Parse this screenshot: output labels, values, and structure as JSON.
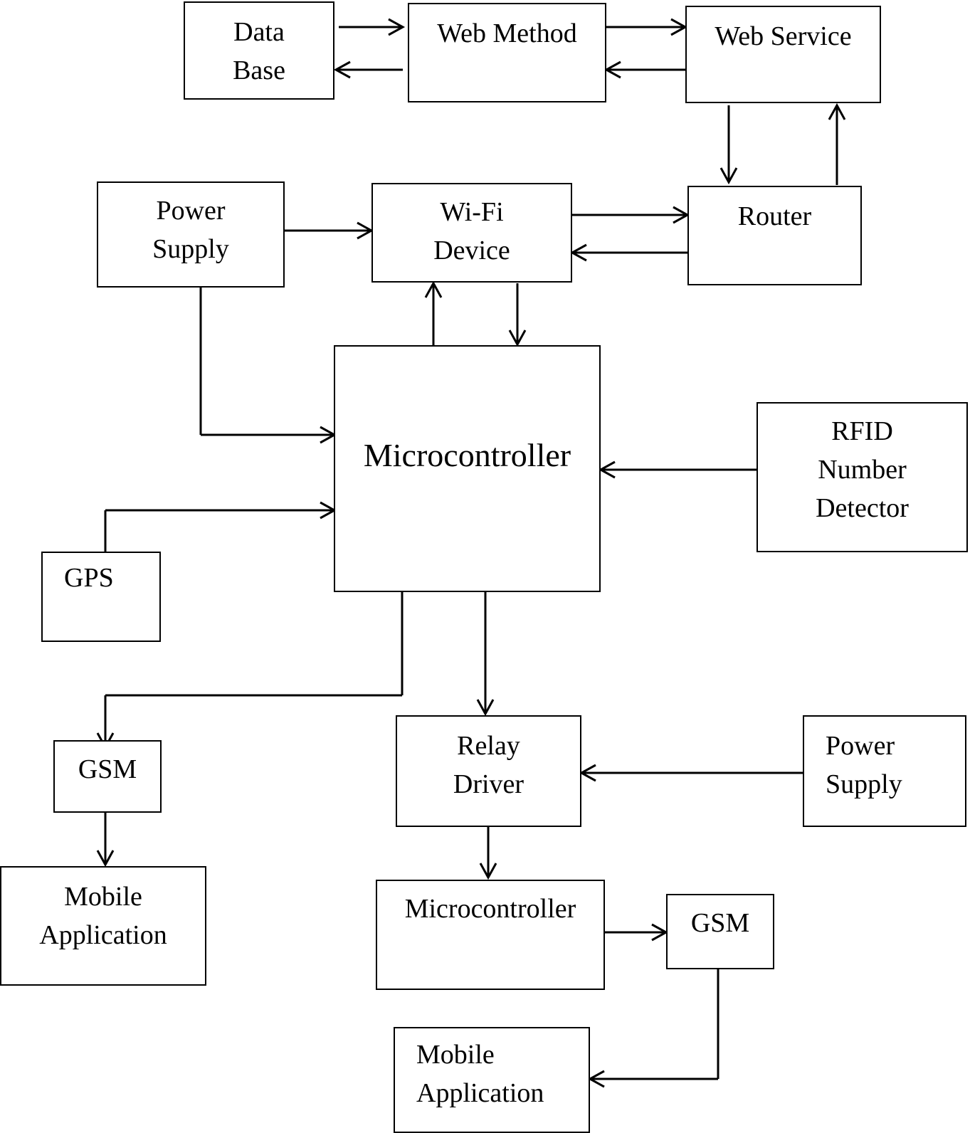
{
  "nodes": {
    "database": "Data\nBase",
    "web_method": "Web Method",
    "web_service": "Web Service",
    "power_supply_top": "Power\nSupply",
    "wifi_device": "Wi-Fi\nDevice",
    "router": "Router",
    "microcontroller_main": "Microcontroller",
    "rfid_detector": "RFID\nNumber\nDetector",
    "gps": "GPS",
    "gsm_left": "GSM",
    "mobile_app_left": "Mobile\nApplication",
    "relay_driver": "Relay\nDriver",
    "power_supply_bottom": "Power\nSupply",
    "microcontroller_second": "Microcontroller",
    "gsm_right": "GSM",
    "mobile_app_right": "Mobile\nApplication"
  },
  "edges": [
    {
      "from": "database",
      "to": "web_method"
    },
    {
      "from": "web_method",
      "to": "database"
    },
    {
      "from": "web_method",
      "to": "web_service"
    },
    {
      "from": "web_service",
      "to": "web_method"
    },
    {
      "from": "web_service",
      "to": "router"
    },
    {
      "from": "router",
      "to": "web_service"
    },
    {
      "from": "power_supply_top",
      "to": "wifi_device"
    },
    {
      "from": "wifi_device",
      "to": "router"
    },
    {
      "from": "router",
      "to": "wifi_device"
    },
    {
      "from": "microcontroller_main",
      "to": "wifi_device"
    },
    {
      "from": "wifi_device",
      "to": "microcontroller_main"
    },
    {
      "from": "power_supply_top",
      "to": "microcontroller_main"
    },
    {
      "from": "gps",
      "to": "microcontroller_main"
    },
    {
      "from": "rfid_detector",
      "to": "microcontroller_main"
    },
    {
      "from": "microcontroller_main",
      "to": "gsm_left"
    },
    {
      "from": "gsm_left",
      "to": "mobile_app_left"
    },
    {
      "from": "microcontroller_main",
      "to": "relay_driver"
    },
    {
      "from": "power_supply_bottom",
      "to": "relay_driver"
    },
    {
      "from": "relay_driver",
      "to": "microcontroller_second"
    },
    {
      "from": "microcontroller_second",
      "to": "gsm_right"
    },
    {
      "from": "gsm_right",
      "to": "mobile_app_right"
    }
  ]
}
